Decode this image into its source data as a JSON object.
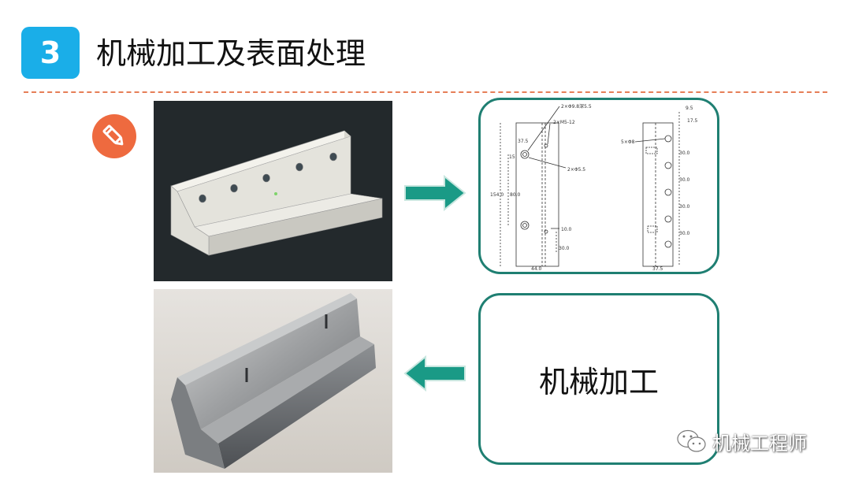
{
  "header": {
    "section_number": "3",
    "title": "机械加工及表面处理"
  },
  "process_box": {
    "label": "机械加工"
  },
  "drawing": {
    "dims": {
      "d1": "2×Φ9.8深5.5",
      "d2": "2×M5-12",
      "d3": "2×Φ5.5",
      "d4": "5×Φ8",
      "h375": "37.5",
      "h15": "15",
      "h1540": "154.0",
      "h800": "80.0",
      "h100": "10.0",
      "h300": "30.0",
      "w440": "44.0",
      "r95": "9.5",
      "r175": "17.5",
      "r30a": "30.0",
      "r30b": "30.0",
      "r30c": "30.0",
      "r30d": "30.0",
      "w375": "37.5"
    }
  },
  "watermark": {
    "text": "机械工程师"
  },
  "icons": {
    "badge": "pencil-icon",
    "arrow_top": "arrow-right-icon",
    "arrow_bottom": "arrow-left-icon",
    "watermark": "wechat-icon"
  },
  "colors": {
    "badge_blue": "#1aaee8",
    "pencil_orange": "#ee6a3f",
    "dash_line": "#e67e57",
    "teal": "#1f7f72",
    "cad_background": "#23292c"
  }
}
